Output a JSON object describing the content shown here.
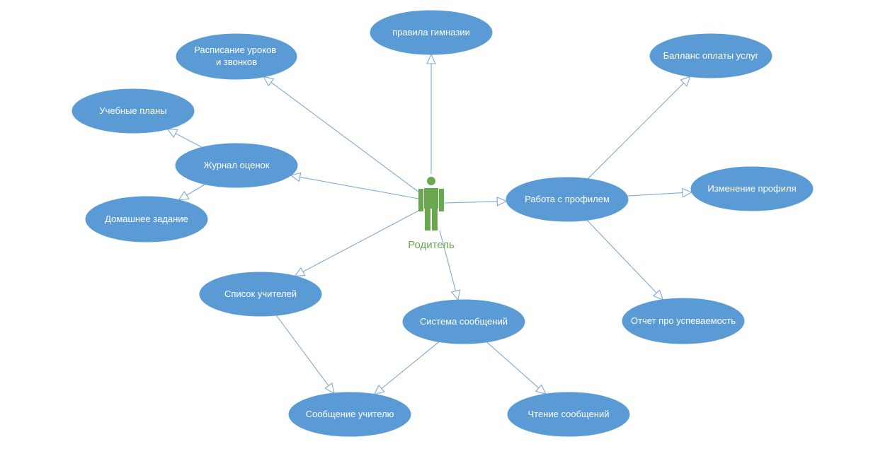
{
  "actor": {
    "label": "Родитель",
    "color": "#6aa84f"
  },
  "colors": {
    "use_case_fill": "#5b9bd5",
    "edge_stroke": "#7fa9d6",
    "use_case_text": "#ffffff"
  },
  "use_cases": {
    "rules": {
      "lines": [
        "правила гимназии"
      ]
    },
    "schedule": {
      "lines": [
        "Расписание уроков",
        "и звонков"
      ]
    },
    "balance": {
      "lines": [
        "Балланс оплаты услуг"
      ]
    },
    "curricula": {
      "lines": [
        "Учебные планы"
      ]
    },
    "gradebook": {
      "lines": [
        "Журнал оценок"
      ]
    },
    "profile_work": {
      "lines": [
        "Работа с профилем"
      ]
    },
    "profile_edit": {
      "lines": [
        "Изменение профиля"
      ]
    },
    "homework": {
      "lines": [
        "Домашнее задание"
      ]
    },
    "teachers_list": {
      "lines": [
        "Список учителей"
      ]
    },
    "messaging": {
      "lines": [
        "Система сообщений"
      ]
    },
    "progress_report": {
      "lines": [
        "Отчет про успеваемость"
      ]
    },
    "message_teacher": {
      "lines": [
        "Сообщение учителю"
      ]
    },
    "read_messages": {
      "lines": [
        "Чтение сообщений"
      ]
    }
  },
  "relations": [
    {
      "from": "actor",
      "to": "rules"
    },
    {
      "from": "actor",
      "to": "schedule"
    },
    {
      "from": "actor",
      "to": "gradebook"
    },
    {
      "from": "actor",
      "to": "profile_work"
    },
    {
      "from": "actor",
      "to": "teachers_list"
    },
    {
      "from": "actor",
      "to": "messaging"
    },
    {
      "from": "gradebook",
      "to": "curricula"
    },
    {
      "from": "gradebook",
      "to": "homework"
    },
    {
      "from": "profile_work",
      "to": "balance"
    },
    {
      "from": "profile_work",
      "to": "profile_edit"
    },
    {
      "from": "profile_work",
      "to": "progress_report"
    },
    {
      "from": "teachers_list",
      "to": "message_teacher"
    },
    {
      "from": "messaging",
      "to": "message_teacher"
    },
    {
      "from": "messaging",
      "to": "read_messages"
    }
  ]
}
